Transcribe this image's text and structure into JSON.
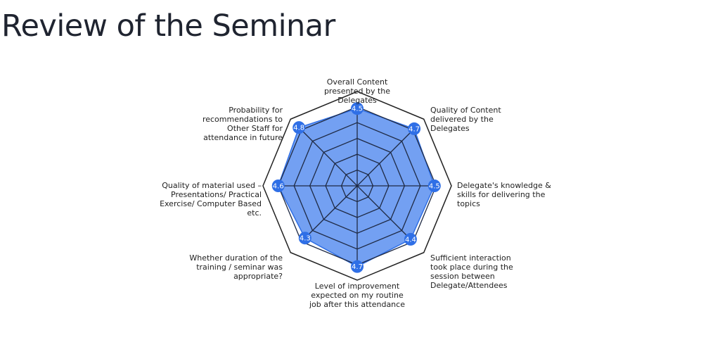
{
  "chart_data": {
    "type": "radar",
    "title": "Review of the Seminar",
    "categories": [
      "Overall Content presented by the Delegates",
      "Quality of Content delivered by the Delegates",
      "Delegate's knowledge & skills for delivering the topics",
      "Sufficient interaction took place during the session between Delegate/Attendees",
      "Level of improvement expected on my routine job after this attendance",
      "Whether duration of the training / seminar was appropriate?",
      "Quality of material used – Presentations/ Practical Exercise/ Computer Based etc.",
      "Probability for recommendations to Other Staff for attendance in future"
    ],
    "values": [
      4.5,
      4.7,
      4.5,
      4.4,
      4.7,
      4.3,
      4.6,
      4.8
    ],
    "value_labels": [
      "4.5",
      "4.7",
      "4.5",
      "4.4",
      "4.7",
      "4.3",
      "4.6",
      "4.8"
    ],
    "rlim": [
      0,
      5
    ],
    "rings": 5,
    "colors": {
      "fill": "#5b8ff0",
      "marker": "#2f6fe6",
      "grid": "#1f2a44"
    }
  }
}
